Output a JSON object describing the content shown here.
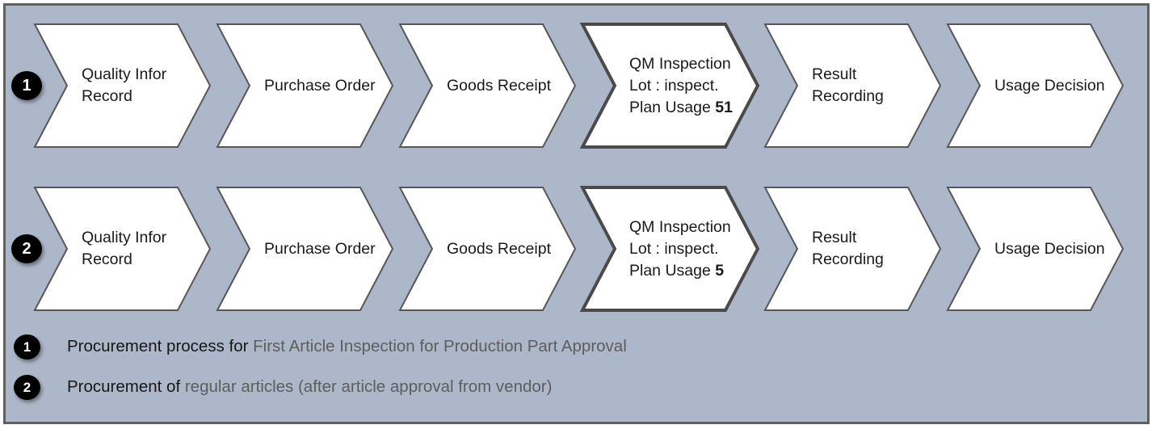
{
  "panel": {
    "background_color": "#acb7c9",
    "border_color": "#606060"
  },
  "rows": [
    {
      "badge": "1",
      "steps": [
        {
          "label": "Quality Infor\nRecord",
          "highlighted": false
        },
        {
          "label": "Purchase Order",
          "highlighted": false
        },
        {
          "label": "Goods Receipt",
          "highlighted": false
        },
        {
          "label": "QM Inspection\nLot : inspect.\nPlan Usage ",
          "emphasis": "51",
          "highlighted": true
        },
        {
          "label": "Result\nRecording",
          "highlighted": false
        },
        {
          "label": "Usage Decision",
          "highlighted": false
        }
      ]
    },
    {
      "badge": "2",
      "steps": [
        {
          "label": "Quality Infor\nRecord",
          "highlighted": false
        },
        {
          "label": "Purchase Order",
          "highlighted": false
        },
        {
          "label": "Goods Receipt",
          "highlighted": false
        },
        {
          "label": "QM Inspection\nLot : inspect.\nPlan Usage ",
          "emphasis": "5",
          "highlighted": true
        },
        {
          "label": "Result\nRecording",
          "highlighted": false
        },
        {
          "label": "Usage Decision",
          "highlighted": false
        }
      ]
    }
  ],
  "legend": [
    {
      "badge": "1",
      "lead": "Procurement process for ",
      "rest": "First Article Inspection for Production Part Approval"
    },
    {
      "badge": "2",
      "lead": "Procurement of ",
      "rest": "regular articles (after article approval from vendor)"
    }
  ],
  "style": {
    "chevron_fill": "#ffffff",
    "chevron_border": "#575757",
    "highlight_border": "#4a4a4a",
    "badge_fill": "#000000",
    "badge_text": "#ffffff",
    "text_primary": "#1a1a1a",
    "text_secondary": "#5d5d5d"
  }
}
